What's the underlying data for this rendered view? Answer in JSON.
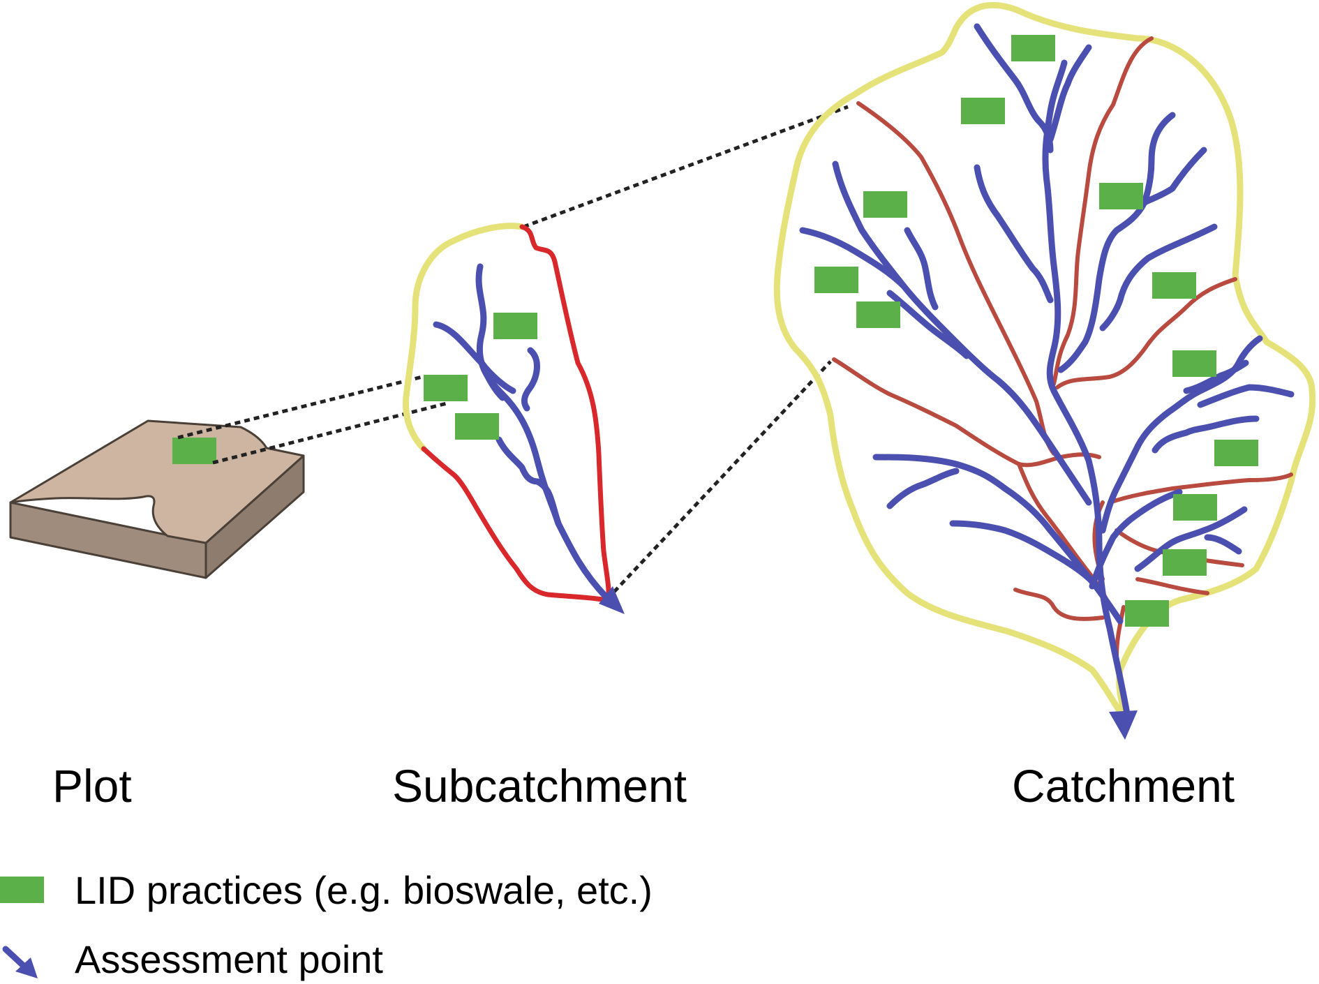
{
  "labels": {
    "plot": "Plot",
    "subcatchment": "Subcatchment",
    "catchment": "Catchment"
  },
  "legend": {
    "lid": "LID practices (e.g. bioswale, etc.)",
    "assessment": "Assessment point"
  },
  "colors": {
    "lid_green": "#5BB04A",
    "stream_blue": "#4A4FB0",
    "boundary_yellow": "#E6E27A",
    "subcatchment_red": "#D8282C",
    "catchment_dividers": "#B94A3F",
    "plot_top": "#CEB5A2",
    "plot_front": "#A08C7D",
    "plot_side": "#8E7C6F",
    "zoom_lines": "#222222"
  }
}
